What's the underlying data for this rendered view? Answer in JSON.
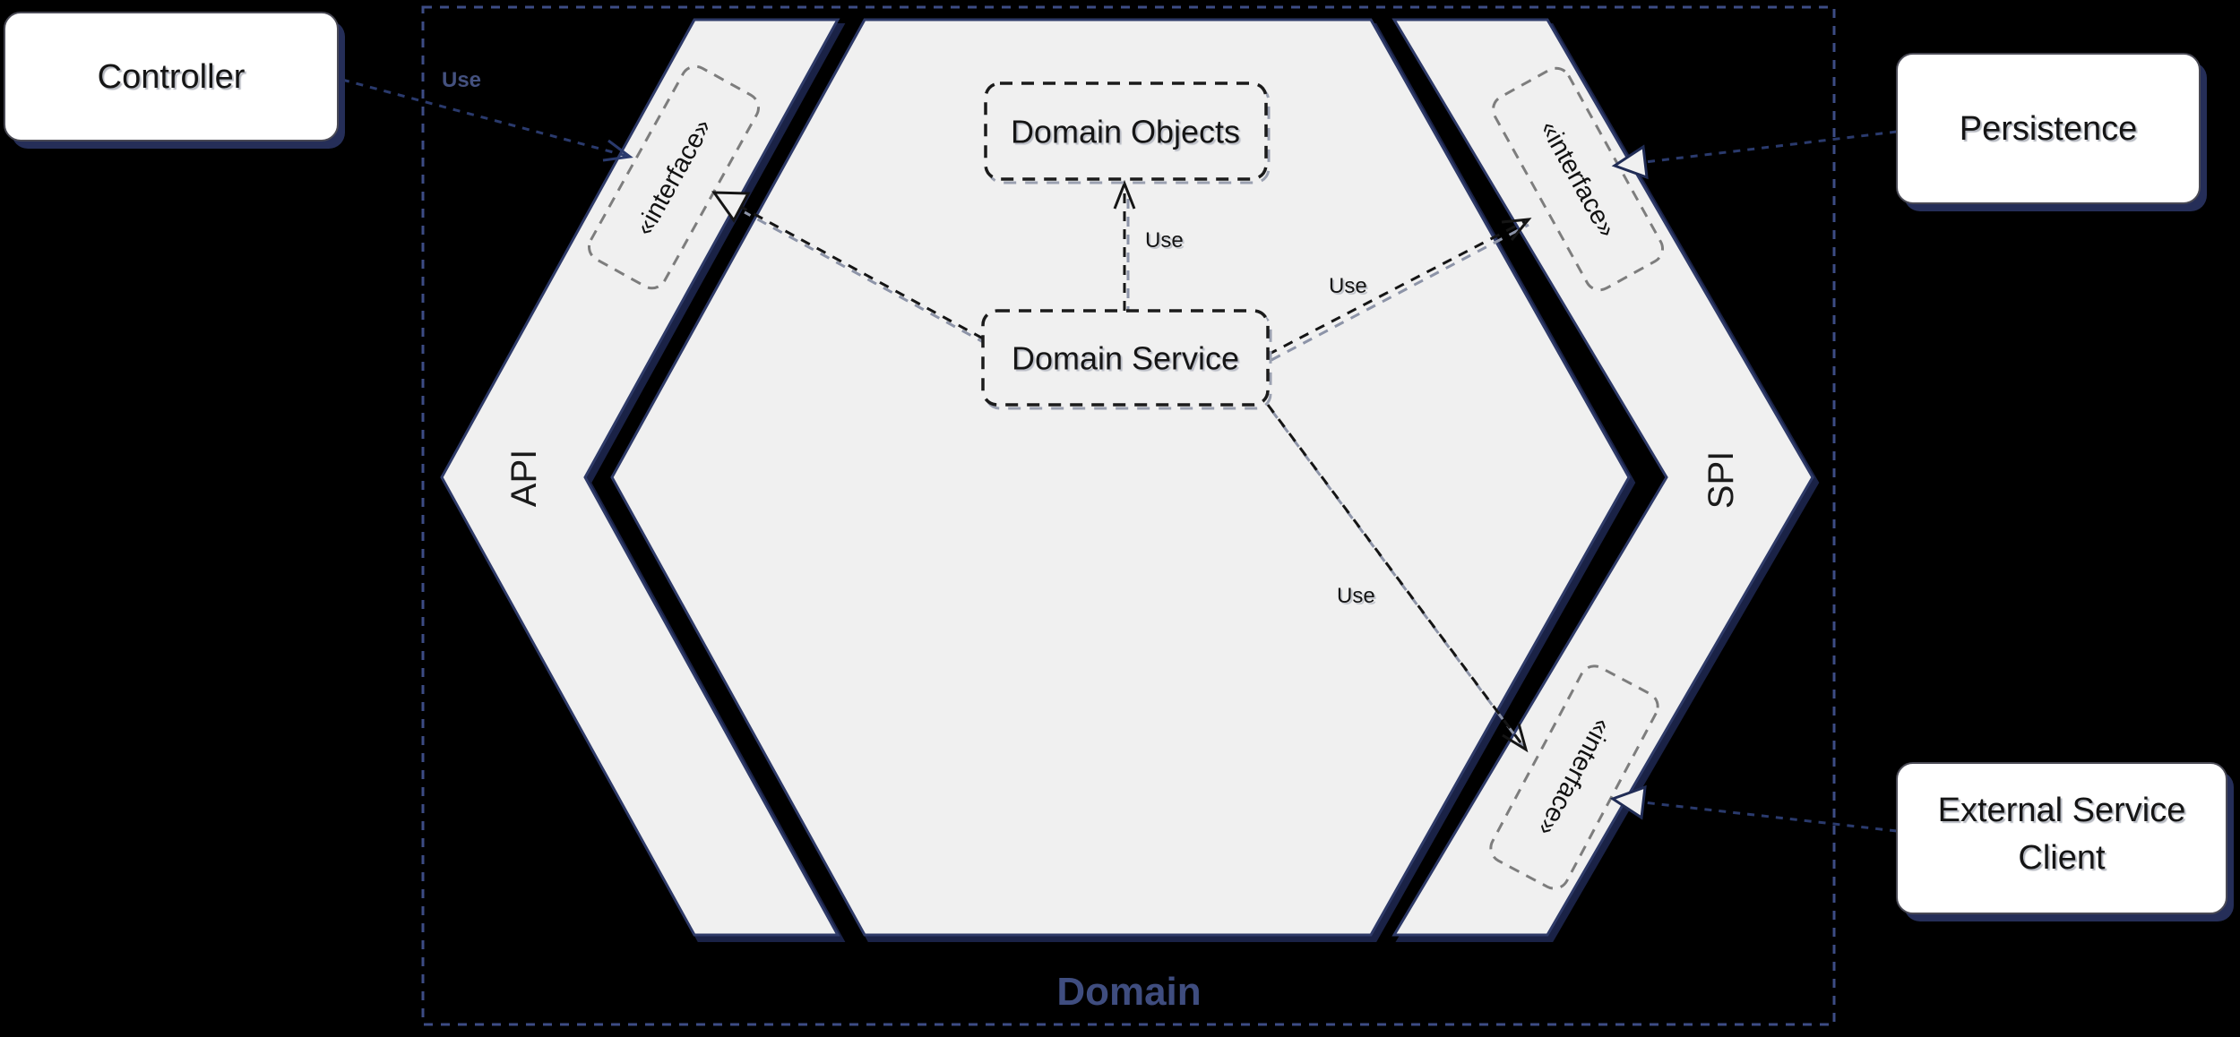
{
  "boundary": {
    "label": "Domain"
  },
  "zones": {
    "api": {
      "label": "API"
    },
    "spi": {
      "label": "SPI"
    }
  },
  "nodes": {
    "controller": {
      "label": "Controller"
    },
    "persistence": {
      "label": "Persistence"
    },
    "external_service_client": {
      "lines": [
        "External Service",
        "Client"
      ]
    },
    "domain_objects": {
      "label": "Domain Objects"
    },
    "domain_service": {
      "label": "Domain Service"
    }
  },
  "interfaces": {
    "api": {
      "label": "«interface»"
    },
    "spi_top": {
      "label": "«interface»"
    },
    "spi_bottom": {
      "label": "«interface»"
    }
  },
  "edges": {
    "controller_use": {
      "label": "Use"
    },
    "service_to_objects_use": {
      "label": "Use"
    },
    "service_to_spi_top_use": {
      "label": "Use"
    },
    "service_to_spi_bottom_use": {
      "label": "Use"
    }
  },
  "colors": {
    "background": "#000000",
    "boundary_dash": "#3d4c85",
    "shape_fill": "#f0f0f0",
    "shape_edge": "#2e3a68",
    "shape_shadow": "#1a2246",
    "node_fill": "#ffffff",
    "node_shadow": "#252e58",
    "black_line": "#151515",
    "navy_line": "#2a3a6d",
    "interface_dash": "#7d7d7d",
    "domain_label": "#3f4d7f"
  }
}
